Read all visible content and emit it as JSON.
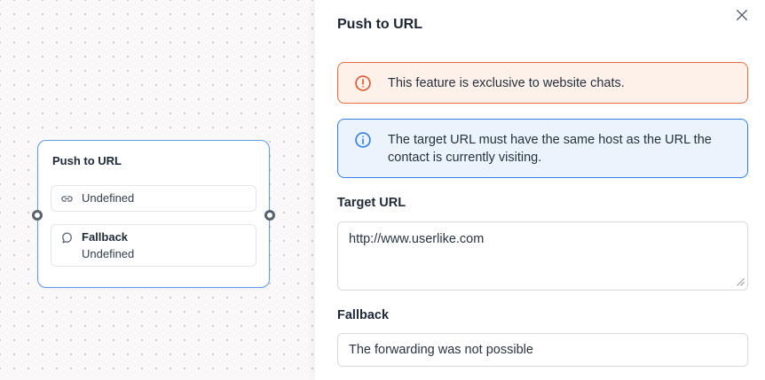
{
  "canvas": {
    "node": {
      "title": "Push to URL",
      "items": [
        {
          "icon": "link-icon",
          "label": "Undefined"
        },
        {
          "icon": "chat-bubble-icon",
          "title": "Fallback",
          "label": "Undefined"
        }
      ],
      "handles": [
        "left",
        "right"
      ]
    }
  },
  "panel": {
    "title": "Push to URL",
    "close_icon": "close-icon",
    "alerts": [
      {
        "type": "warning",
        "icon": "alert-circle-icon",
        "text": "This feature is exclusive to website chats."
      },
      {
        "type": "info",
        "icon": "info-circle-icon",
        "text": "The target URL must have the same host as the URL the contact is currently visiting."
      }
    ],
    "fields": [
      {
        "label": "Target URL",
        "type": "textarea",
        "value": "http://www.userlike.com"
      },
      {
        "label": "Fallback",
        "type": "input",
        "value": "The forwarding was not possible"
      }
    ]
  },
  "colors": {
    "warning_border": "#ee6a3a",
    "warning_bg": "#fdf1ea",
    "warning_icon": "#e4572e",
    "info_border": "#2f80ed",
    "info_bg": "#ebf3fd",
    "node_border": "#5b9bef",
    "text_dark": "#1b2533",
    "canvas_bg": "#faf8f8"
  }
}
